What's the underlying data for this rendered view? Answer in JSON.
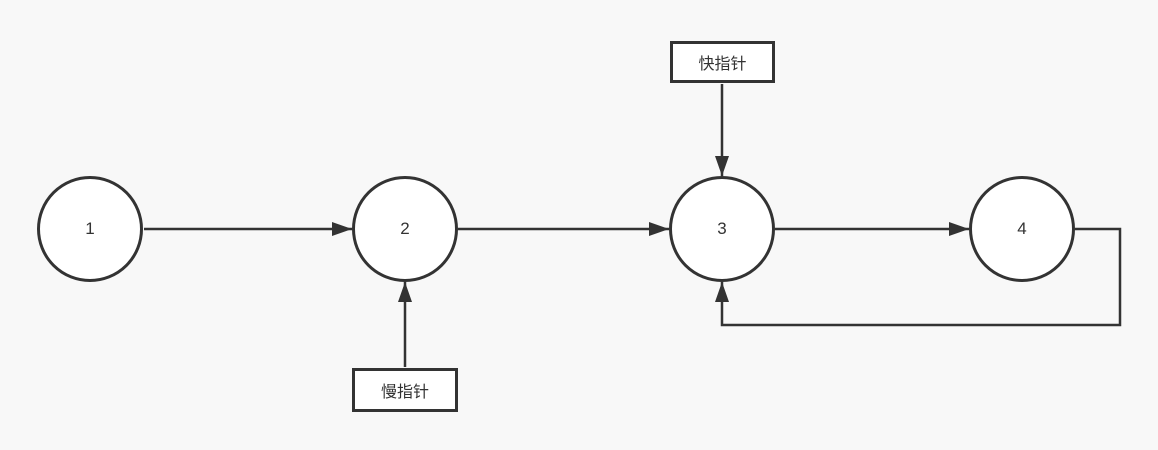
{
  "nodes": [
    {
      "id": "1",
      "label": "1"
    },
    {
      "id": "2",
      "label": "2"
    },
    {
      "id": "3",
      "label": "3"
    },
    {
      "id": "4",
      "label": "4"
    }
  ],
  "pointers": {
    "fast": {
      "label": "快指针",
      "points_to_node": "3"
    },
    "slow": {
      "label": "慢指针",
      "points_to_node": "2"
    }
  },
  "edges": [
    {
      "from": "1",
      "to": "2",
      "type": "straight-arrow"
    },
    {
      "from": "2",
      "to": "3",
      "type": "straight-arrow"
    },
    {
      "from": "3",
      "to": "4",
      "type": "straight-arrow"
    },
    {
      "from": "4",
      "to": "3",
      "type": "cycle-back-arrow"
    },
    {
      "from": "fast-pointer-label",
      "to": "3",
      "type": "straight-arrow"
    },
    {
      "from": "slow-pointer-label",
      "to": "2",
      "type": "straight-arrow"
    }
  ],
  "colors": {
    "background": "#f8f8f8",
    "stroke": "#333333",
    "node_fill": "#ffffff",
    "text": "#333333"
  }
}
